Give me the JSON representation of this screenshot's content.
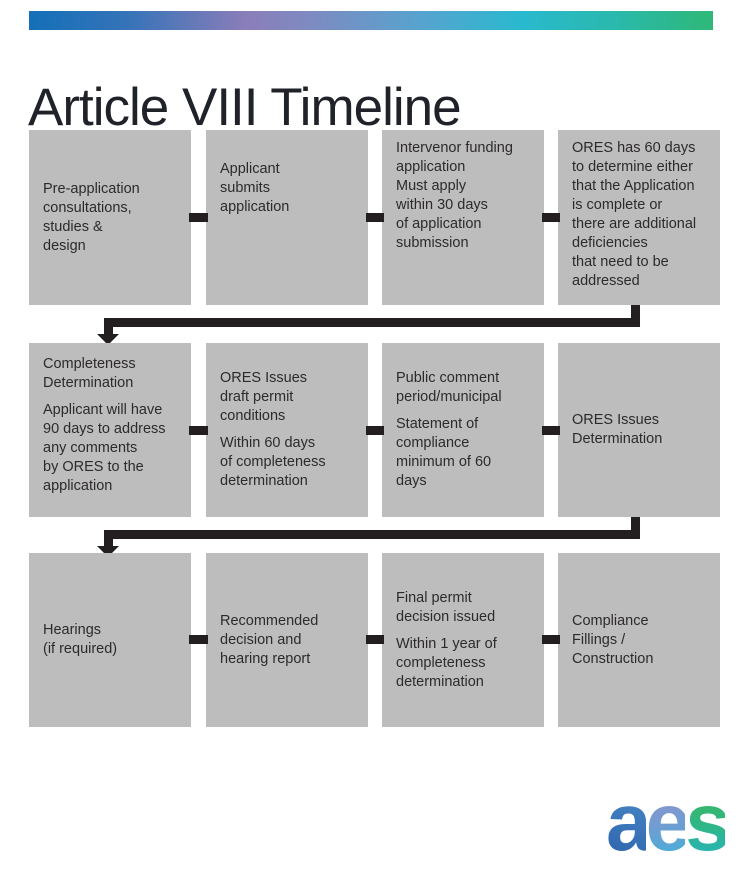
{
  "page": {
    "title": "Article VIII Timeline"
  },
  "brand": {
    "logo_text": "aes",
    "letters": [
      "a",
      "e",
      "s"
    ],
    "logo_colors": {
      "a": "#2b5fa9",
      "e": "#998fcd",
      "s": "#2fb689"
    }
  },
  "colors": {
    "box_fill": "#bdbdbd",
    "box_text": "#2d2a2b",
    "connector": "#231f20",
    "title_text": "#1f2228",
    "gradient_bar": [
      "#1470b8",
      "#8b7eb9",
      "#55a4cf",
      "#29b9ce",
      "#2eb878"
    ]
  },
  "flow": {
    "rows": [
      {
        "boxes": [
          {
            "id": "pre-application",
            "paragraphs": [
              "Pre-application\nconsultations,\nstudies &\ndesign"
            ]
          },
          {
            "id": "applicant-submits",
            "paragraphs": [
              "Applicant\nsubmits\napplication"
            ]
          },
          {
            "id": "intervenor-funding",
            "paragraphs": [
              "Intervenor funding\napplication\nMust apply\nwithin 30 days\nof application\nsubmission"
            ]
          },
          {
            "id": "ores-60-days",
            "paragraphs": [
              "ORES has 60 days\nto determine either\nthat the Application\nis complete or\nthere are additional\ndeficiencies\nthat need to be\naddressed"
            ]
          }
        ]
      },
      {
        "boxes": [
          {
            "id": "completeness-determination",
            "paragraphs": [
              "Completeness\nDetermination",
              "Applicant will have\n90 days to address\nany comments\nby ORES to the\napplication"
            ]
          },
          {
            "id": "draft-permit-conditions",
            "paragraphs": [
              "ORES Issues\ndraft permit\nconditions",
              "Within 60 days\nof completeness\ndetermination"
            ]
          },
          {
            "id": "public-comment-period",
            "paragraphs": [
              "Public comment\nperiod/municipal",
              "Statement of\ncompliance\nminimum of 60\ndays"
            ]
          },
          {
            "id": "ores-issues-determination",
            "paragraphs": [
              "ORES Issues\nDetermination"
            ]
          }
        ]
      },
      {
        "boxes": [
          {
            "id": "hearings",
            "paragraphs": [
              "Hearings\n(if required)"
            ]
          },
          {
            "id": "recommended-decision",
            "paragraphs": [
              "Recommended\ndecision and\nhearing report"
            ]
          },
          {
            "id": "final-permit-decision",
            "paragraphs": [
              "Final permit\ndecision issued",
              "Within 1 year of\ncompleteness\ndetermination"
            ]
          },
          {
            "id": "compliance-construction",
            "paragraphs": [
              "Compliance\nFillings /\nConstruction"
            ]
          }
        ]
      }
    ]
  }
}
